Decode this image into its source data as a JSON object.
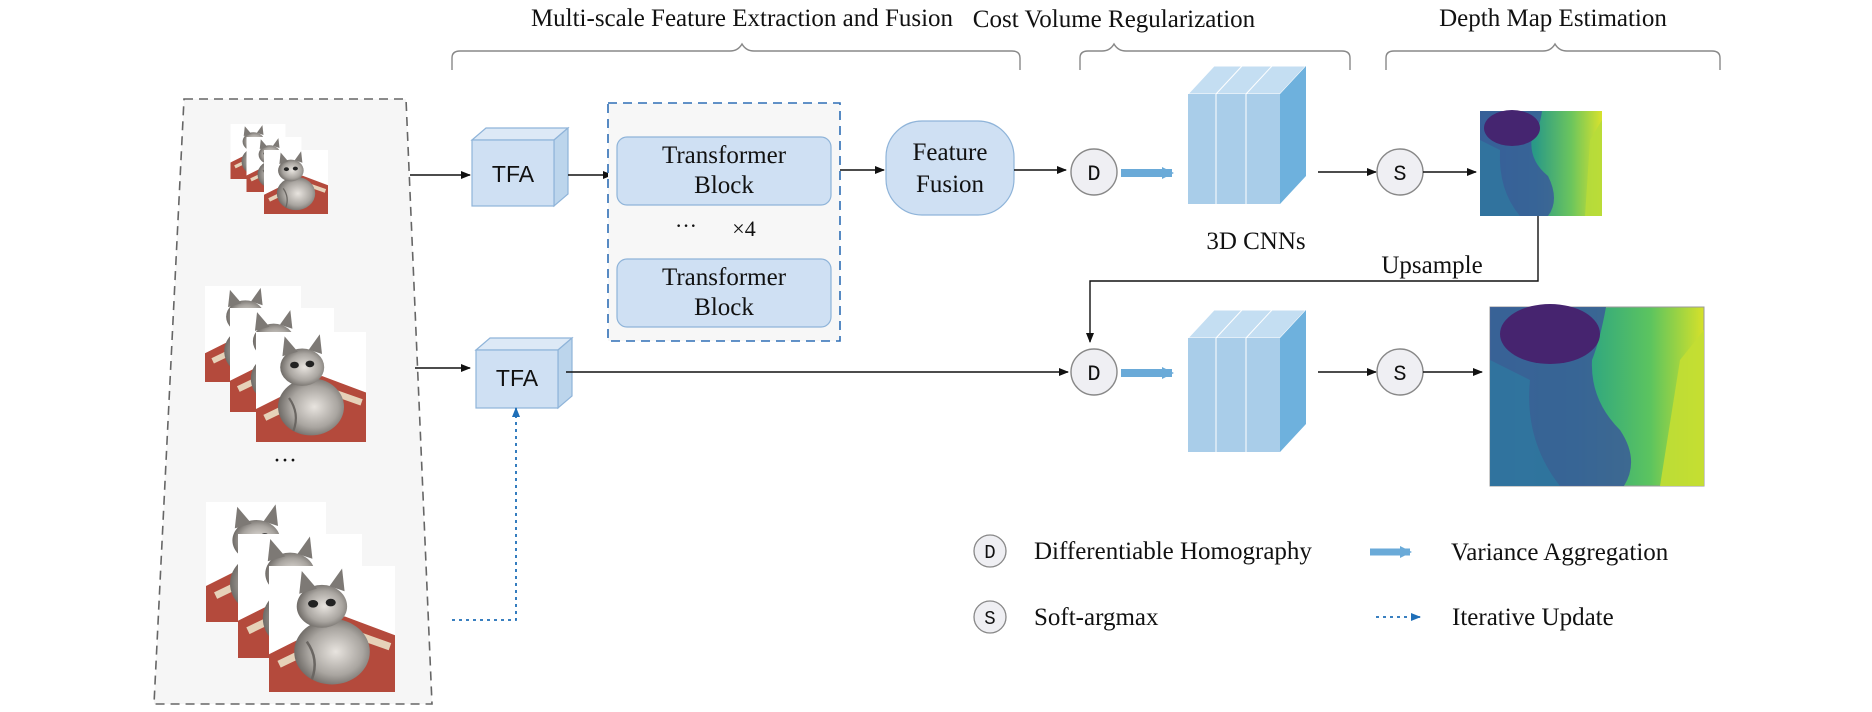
{
  "sections": {
    "extraction": "Multi-scale Feature Extraction and Fusion",
    "regularization": "Cost Volume Regularization",
    "estimation": "Depth Map Estimation"
  },
  "blocks": {
    "tfa_top": "TFA",
    "tfa_bottom": "TFA",
    "transformer_top_l1": "Transformer",
    "transformer_top_l2": "Block",
    "ellipsis": "···",
    "repeat": "×4",
    "transformer_bottom_l1": "Transformer",
    "transformer_bottom_l2": "Block",
    "fusion_l1": "Feature",
    "fusion_l2": "Fusion",
    "cnn_label": "3D CNNs",
    "upsample": "Upsample",
    "input_ellipsis": "···"
  },
  "symbols": {
    "d": "D",
    "s": "S"
  },
  "legend": {
    "homography": "Differentiable Homography",
    "softargmax": "Soft-argmax",
    "variance": "Variance Aggregation",
    "iterative": "Iterative Update"
  },
  "colors": {
    "block_fill": "#cfe0f3",
    "block_stroke": "#8fb4d9",
    "cube_front": "#a9cde9",
    "cube_side": "#6eb1dd",
    "cube_top": "#c4def2",
    "arrow_blue": "#6aaad8",
    "dashed_blue": "#2f6eb5",
    "dotted_blue": "#1f6fb8"
  },
  "icons": [
    "homography-symbol-icon",
    "softargmax-symbol-icon",
    "variance-arrow-icon",
    "iterative-arrow-icon",
    "cat-image-icon",
    "depth-map-icon"
  ]
}
